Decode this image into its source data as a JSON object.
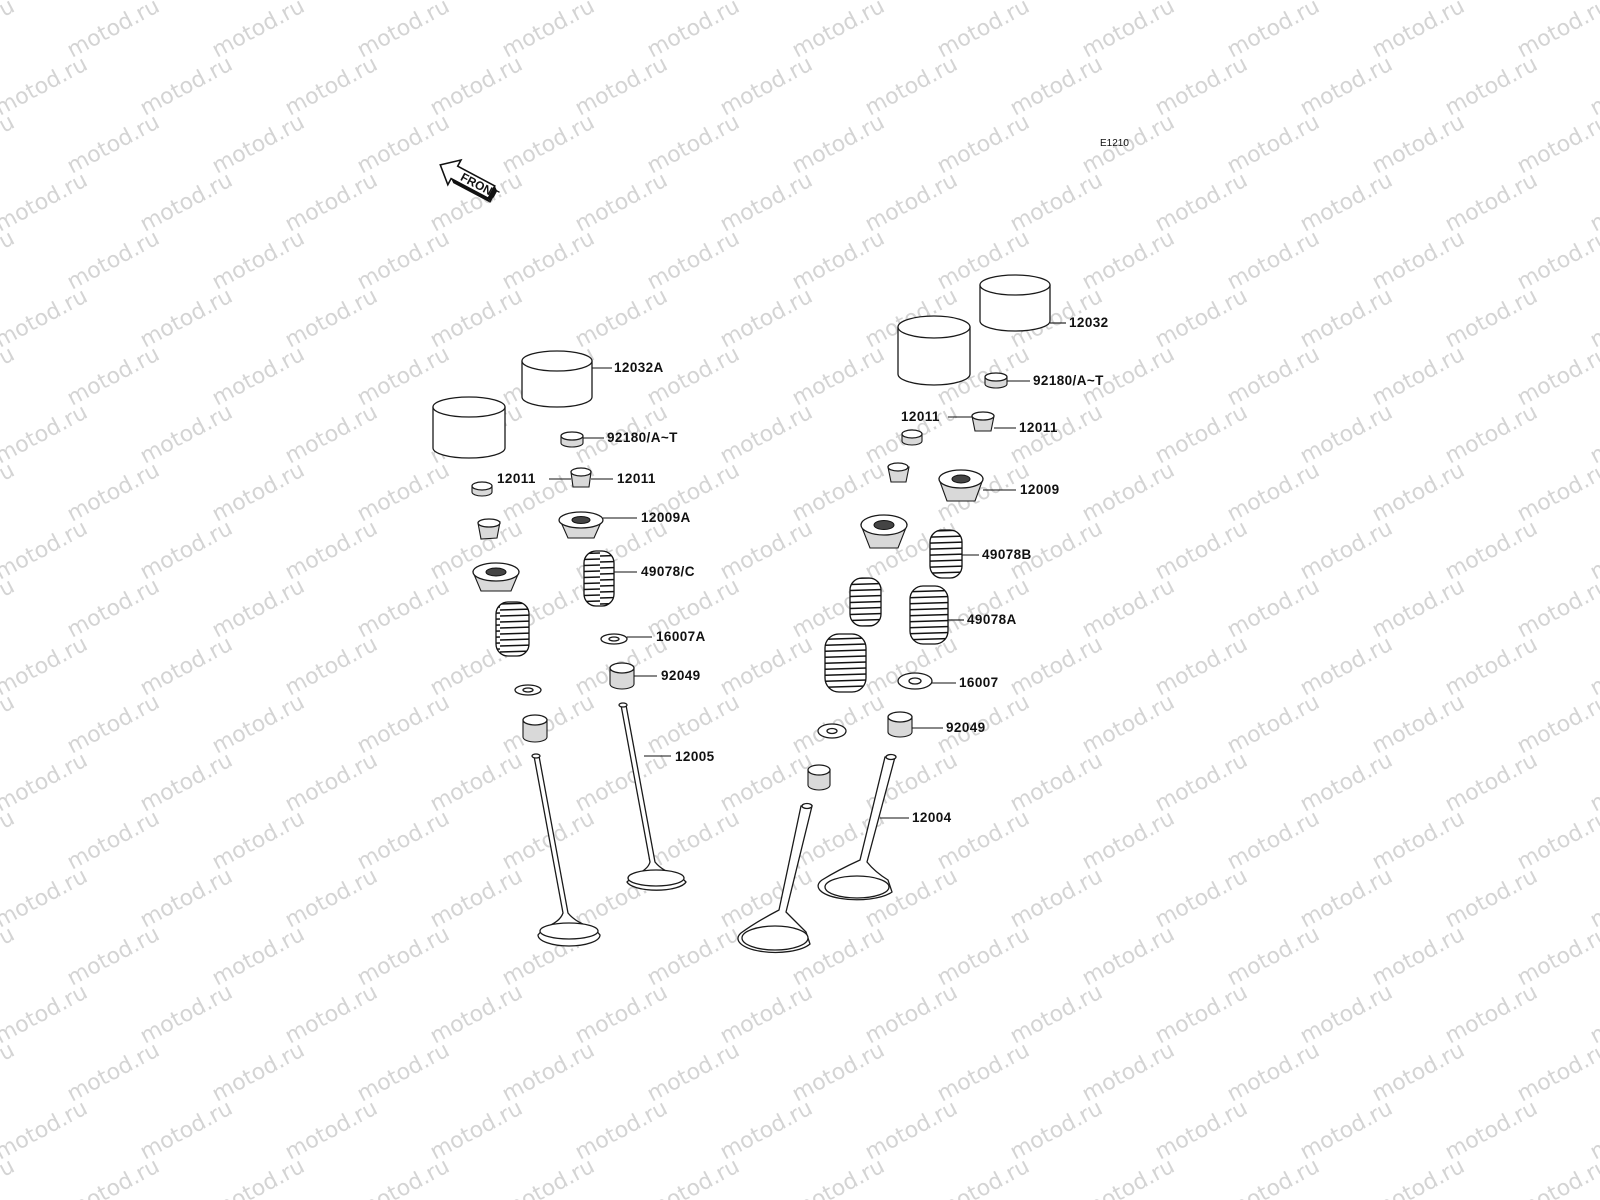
{
  "watermark": {
    "text": "motod.ru"
  },
  "diagram": {
    "code": "E1210",
    "front_arrow": {
      "text": "FRONT"
    },
    "labels": {
      "left_bucket": "12032A",
      "left_shim": "92180/A~T",
      "left_keeper_a": "12011",
      "left_keeper_b": "12011",
      "left_retainer": "12009A",
      "left_spring": "49078/C",
      "left_seat": "16007A",
      "left_seal": "92049",
      "left_valve": "12005",
      "right_bucket": "12032",
      "right_shim": "92180/A~T",
      "right_keeper_a": "12011",
      "right_keeper_b": "12011",
      "right_retainer": "12009",
      "right_spring_b": "49078B",
      "right_spring_a": "49078A",
      "right_seat": "16007",
      "right_seal": "92049",
      "right_valve": "12004"
    }
  }
}
